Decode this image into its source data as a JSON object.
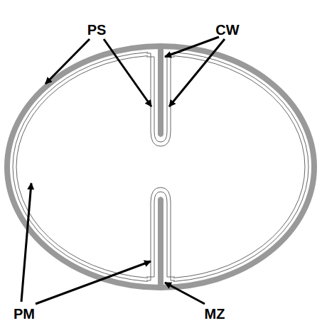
{
  "diagram": {
    "labels": [
      "PS",
      "CW",
      "PM",
      "MZ"
    ]
  }
}
